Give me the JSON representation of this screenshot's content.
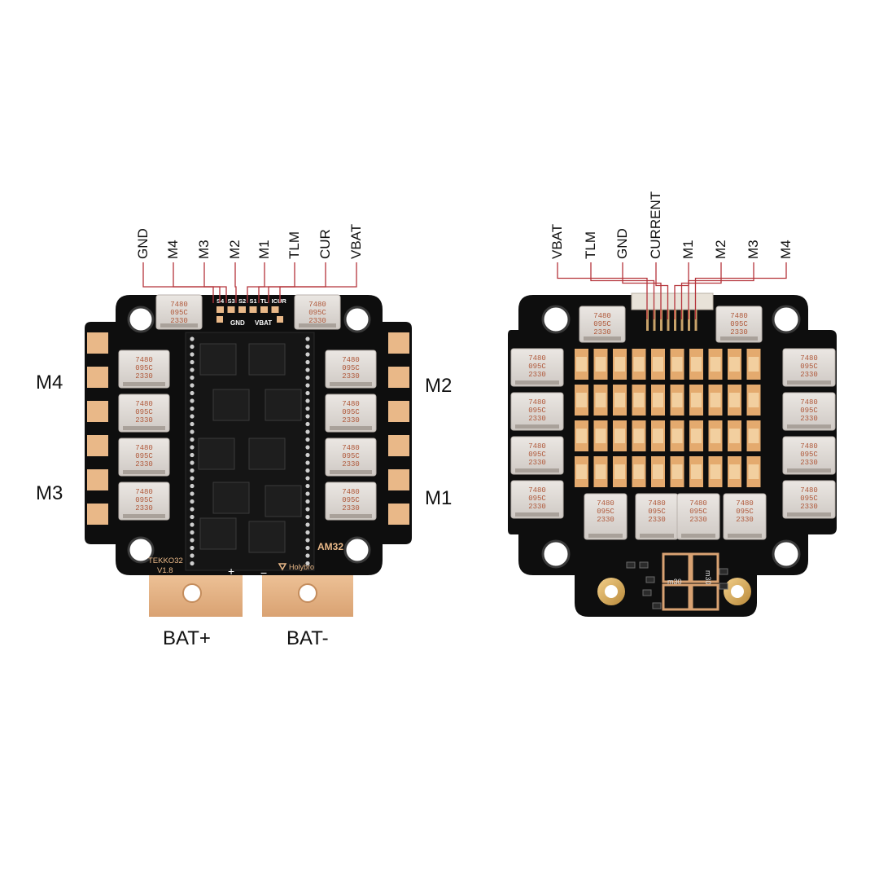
{
  "colors": {
    "pcb": "#0e0e0e",
    "copper": "#e9b888",
    "capacitor": "#ddd8d4",
    "cap_text": "#b05a3c",
    "callout_line": "#b5343b",
    "label": "#111111"
  },
  "left_board": {
    "wire_labels": [
      "GND",
      "M4",
      "M3",
      "M2",
      "M1",
      "TLM",
      "CUR",
      "VBAT"
    ],
    "silk_pads": [
      "S4",
      "S3",
      "S2",
      "S1",
      "TL",
      "ICUR"
    ],
    "silk_gnd": "GND",
    "silk_vbat": "VBAT",
    "motor_labels": {
      "top_left": "M4",
      "bottom_left": "M3",
      "top_right": "M2",
      "bottom_right": "M1"
    },
    "silk_model": "TEKKO32",
    "silk_version": "V1.8",
    "silk_firmware": "AM32",
    "silk_brand": "Holybro",
    "silk_plus": "+",
    "silk_minus": "−",
    "battery_labels": {
      "positive": "BAT+",
      "negative": "BAT-"
    },
    "cap_markings": [
      "7480",
      "095C",
      "2330"
    ]
  },
  "right_board": {
    "wire_labels": [
      "VBAT",
      "TLM",
      "GND",
      "CURRENT",
      "M1",
      "M2",
      "M3",
      "M4"
    ],
    "silk_resistor": "m30",
    "silk_resistor2": "m30",
    "cap_markings": [
      "7480",
      "095C",
      "2330"
    ]
  }
}
